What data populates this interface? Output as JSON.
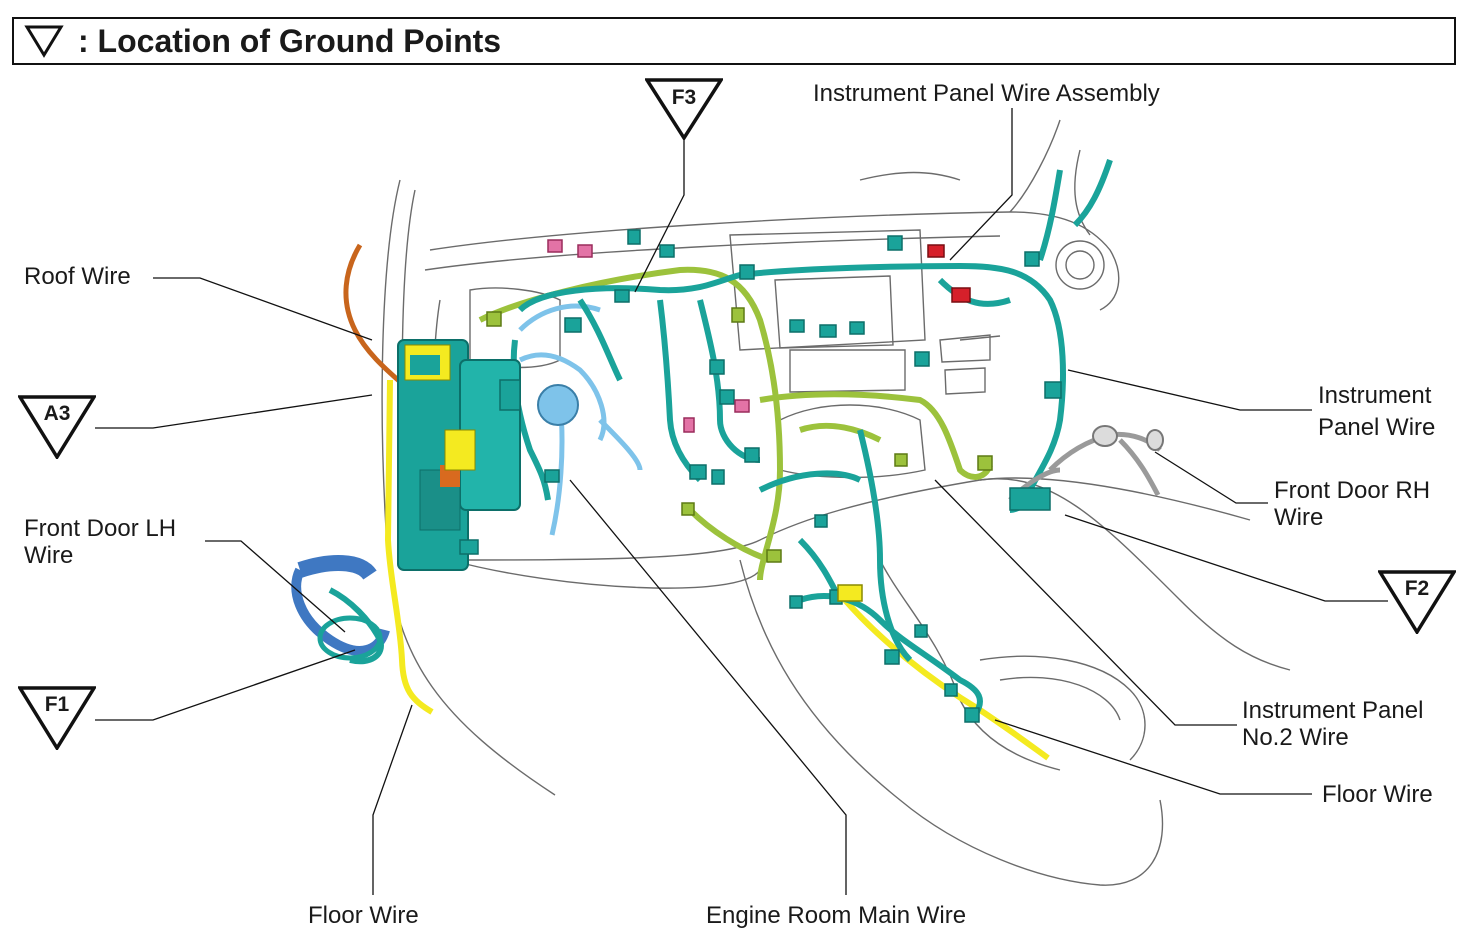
{
  "header": {
    "title": ": Location of Ground Points",
    "icon": "ground-triangle-icon"
  },
  "ground_points": {
    "f3": "F3",
    "a3": "A3",
    "f1": "F1",
    "f2": "F2"
  },
  "labels": {
    "instrument_panel_wire_assembly": "Instrument Panel Wire Assembly",
    "roof_wire": "Roof Wire",
    "front_door_lh_wire_1": "Front Door LH",
    "front_door_lh_wire_2": "Wire",
    "instrument_panel_wire_1": "Instrument",
    "instrument_panel_wire_2": "Panel Wire",
    "front_door_rh_wire_1": "Front Door RH",
    "front_door_rh_wire_2": "Wire",
    "instrument_panel_no2_wire_1": "Instrument Panel",
    "instrument_panel_no2_wire_2": "No.2 Wire",
    "floor_wire_right": "Floor Wire",
    "floor_wire_bottom": "Floor Wire",
    "engine_room_main_wire": "Engine Room Main Wire"
  },
  "colors": {
    "teal_harness": "#1aa39a",
    "green_harness": "#9cc23c",
    "blue_harness": "#7ec3ea",
    "dark_blue_harness": "#3f78c2",
    "yellow_harness": "#f4ea20",
    "orange_harness": "#c8651c",
    "red_connector": "#d6202a",
    "pink_connector": "#e373a6",
    "outline": "#6b6b6b"
  }
}
